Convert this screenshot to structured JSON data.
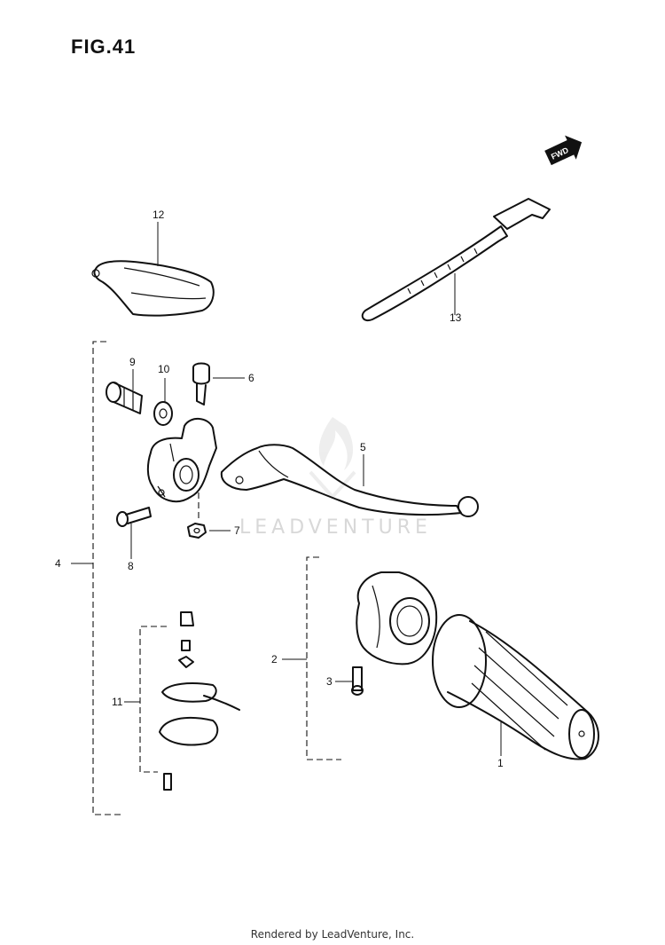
{
  "figure": {
    "title": "FIG.41"
  },
  "fwd_badge": "FWD",
  "watermark": {
    "text": "LEADVENTURE"
  },
  "footer": "Rendered by LeadVenture, Inc.",
  "callouts": [
    {
      "id": "1",
      "label": "1"
    },
    {
      "id": "2",
      "label": "2"
    },
    {
      "id": "3",
      "label": "3"
    },
    {
      "id": "4",
      "label": "4"
    },
    {
      "id": "5",
      "label": "5"
    },
    {
      "id": "6",
      "label": "6"
    },
    {
      "id": "7",
      "label": "7"
    },
    {
      "id": "8",
      "label": "8"
    },
    {
      "id": "9",
      "label": "9"
    },
    {
      "id": "10",
      "label": "10"
    },
    {
      "id": "11",
      "label": "11"
    },
    {
      "id": "12",
      "label": "12"
    },
    {
      "id": "13",
      "label": "13"
    }
  ]
}
